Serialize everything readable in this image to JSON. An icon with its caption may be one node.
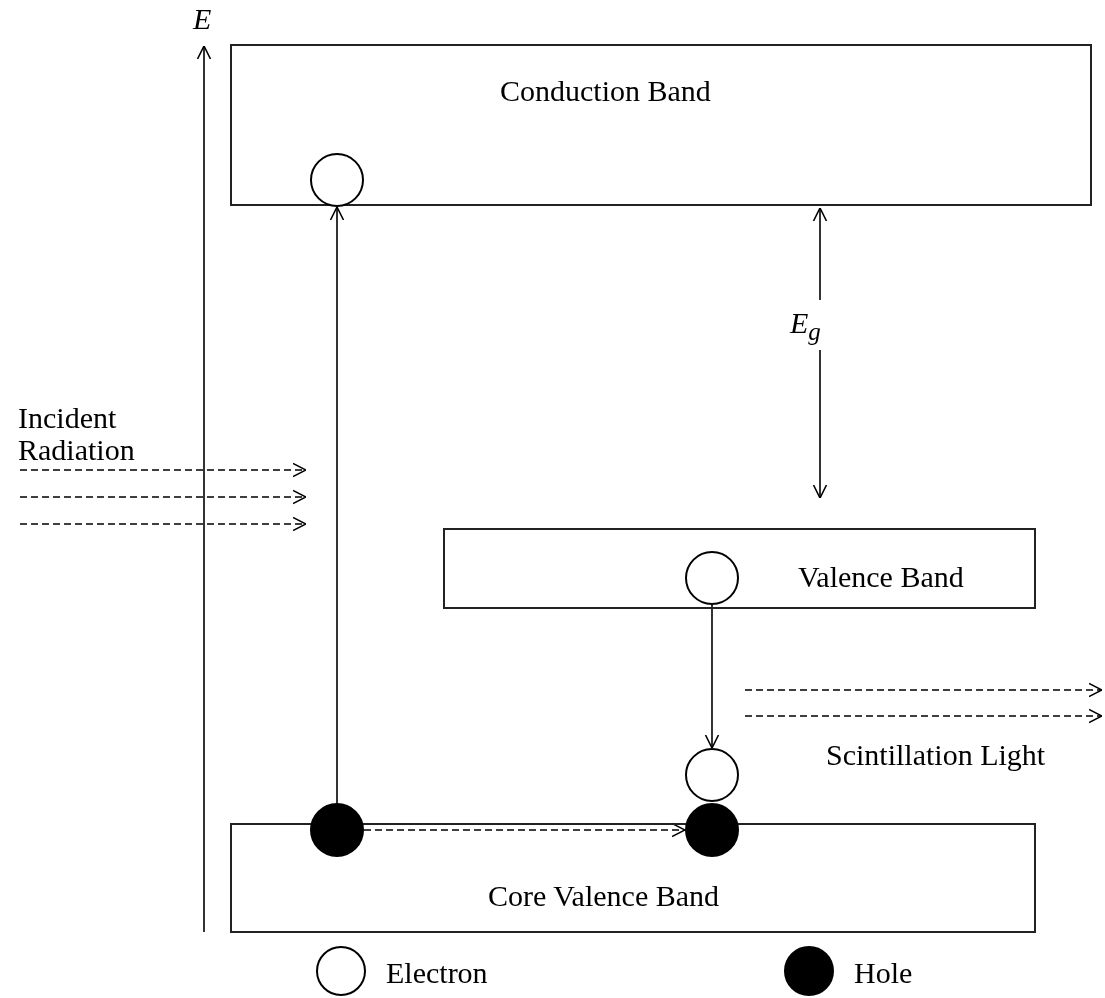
{
  "diagram": {
    "nodes": [
      {
        "text": [
          "Conduction Band"
        ]
      },
      {
        "text": [
          "Valence Band"
        ]
      },
      {
        "text": [
          "Core Valence Band"
        ]
      },
      {
        "text": [],
        "shape": "circle",
        "in": 0
      },
      {
        "text": [],
        "shape": "circle",
        "in": 1
      },
      {
        "text": [],
        "shape": "dot",
        "in": 2
      },
      {
        "text": [],
        "shape": "circle"
      },
      {
        "text": [],
        "shape": "dot",
        "in": 2
      }
    ],
    "edges": [
      {
        "from": 5,
        "to": 3,
        "arrow": "to"
      },
      {
        "from": 4,
        "to": 6,
        "arrow": "to"
      },
      {
        "from": 5,
        "to": 7,
        "arrow": "to",
        "style": "dashed"
      }
    ],
    "labels": [
      "E",
      "E$_{g}$",
      "Incident Radiation",
      "Scintillation Light"
    ],
    "legend": [
      {
        "text": "Electron"
      },
      {
        "text": "Hole"
      }
    ]
  }
}
